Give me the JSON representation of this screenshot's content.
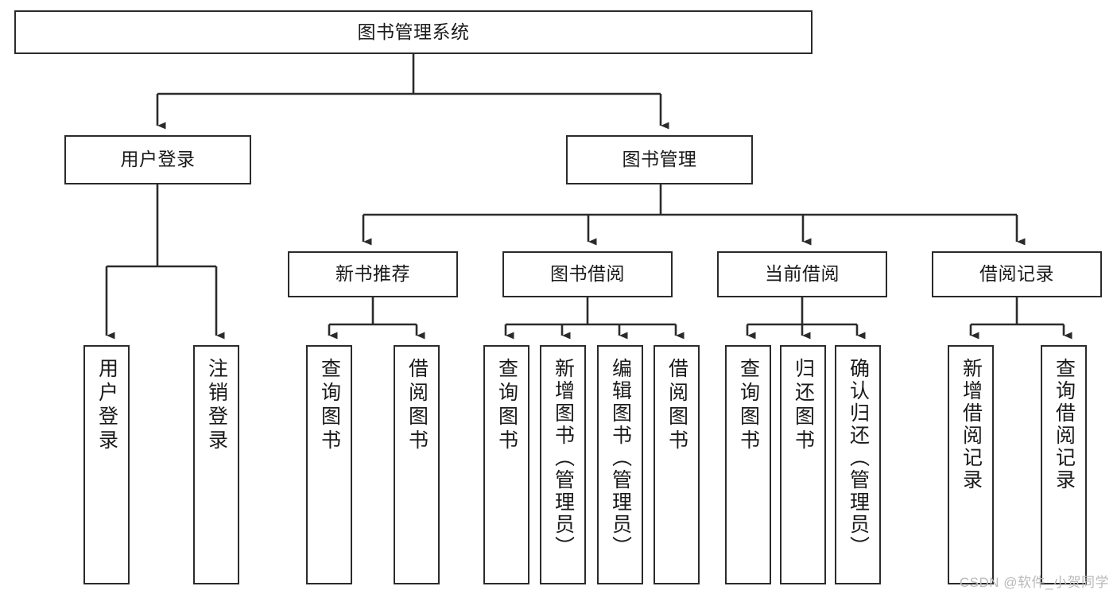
{
  "diagram": {
    "title": "图书管理系统",
    "type": "tree-hierarchy",
    "watermark": "CSDN @软件_小贺同学",
    "colors": {
      "background": "#ffffff",
      "box_border": "#2b2b2b",
      "box_fill": "#ffffff",
      "text": "#1a1a1a",
      "connector": "#2b2b2b",
      "watermark": "#b9b9b9"
    }
  },
  "nodes": {
    "root": {
      "label": "图书管理系统"
    },
    "level2": [
      {
        "label": "用户登录"
      },
      {
        "label": "图书管理"
      }
    ],
    "level3": [
      {
        "label": "新书推荐"
      },
      {
        "label": "图书借阅"
      },
      {
        "label": "当前借阅"
      },
      {
        "label": "借阅记录"
      }
    ],
    "leaves": {
      "user_login": [
        {
          "label": "用户登录"
        },
        {
          "label": "注销登录"
        }
      ],
      "new_book": [
        {
          "label": "查询图书"
        },
        {
          "label": "借阅图书"
        }
      ],
      "book_borrow": [
        {
          "label": "查询图书"
        },
        {
          "label": "新增图书（管理员）"
        },
        {
          "label": "编辑图书（管理员）"
        },
        {
          "label": "借阅图书"
        }
      ],
      "current_borrow": [
        {
          "label": "查询图书"
        },
        {
          "label": "归还图书"
        },
        {
          "label": "确认归还（管理员）"
        }
      ],
      "borrow_record": [
        {
          "label": "新增借阅记录"
        },
        {
          "label": "查询借阅记录"
        }
      ]
    }
  }
}
